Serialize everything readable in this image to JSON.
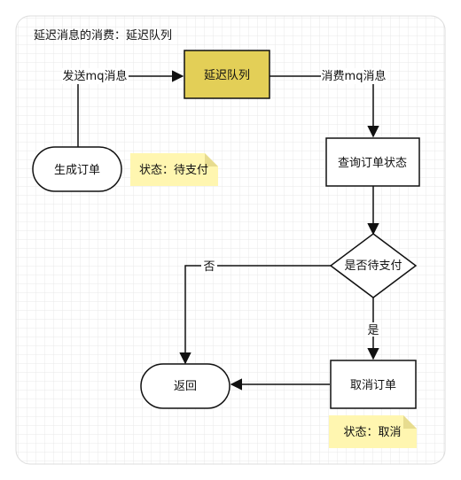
{
  "title": "延迟消息的消费：延迟队列",
  "colors": {
    "queue_fill": "#e3cf57",
    "note_fill": "#fff6b0",
    "note_fold": "#e7dc8f",
    "stroke": "#111111",
    "grid": "#e6e6e6"
  },
  "nodes": {
    "queue": "延迟队列",
    "create_order": "生成订单",
    "query_status": "查询订单状态",
    "decision": "是否待支付",
    "cancel_order": "取消订单",
    "return": "返回"
  },
  "notes": {
    "pending": "状态：待支付",
    "cancelled": "状态：取消"
  },
  "edges": {
    "send": "发送mq消息",
    "consume": "消费mq消息",
    "no": "否",
    "yes": "是"
  }
}
